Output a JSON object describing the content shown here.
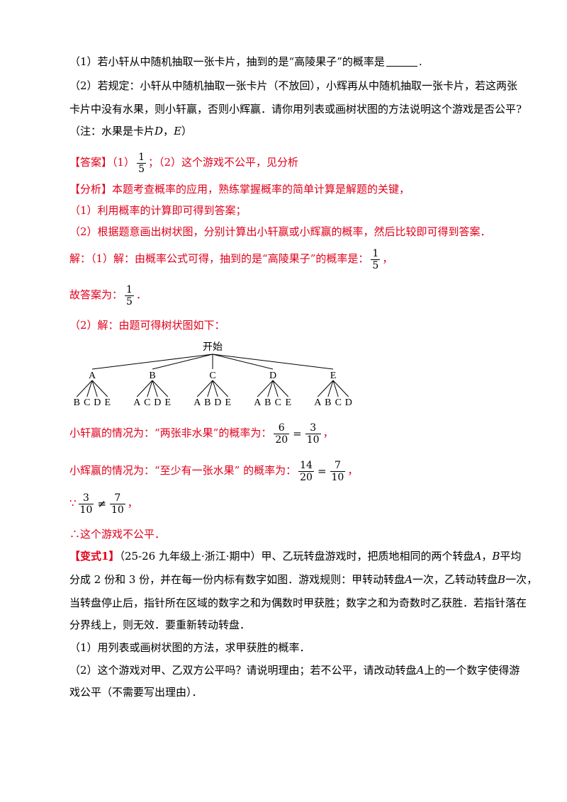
{
  "problem": {
    "q1": "（1）若小轩从中随机抽取一张卡片，抽到的是“高陵果子”的概率是",
    "q1_end": ".",
    "q2_line1": "（2）若规定：小轩从中随机抽取一张卡片（不放回），小辉再从中随机抽取一张卡片，若这两张",
    "q2_line2": "卡片中没有水果，则小轩赢，否则小辉赢．请你用列表或画树状图的方法说明这个游戏是否公平?",
    "note_prefix": "（注：水果是卡片",
    "note_d": "D",
    "note_sep": "，",
    "note_e": "E",
    "note_suffix": "）"
  },
  "answer": {
    "label": "【答案】",
    "p1": "（1）",
    "frac": {
      "num": "1",
      "den": "5"
    },
    "rest": "；（2）这个游戏不公平，见分析"
  },
  "analysis": {
    "line1": "【分析】本题考查概率的应用，熟练掌握概率的简单计算是解题的关键，",
    "line2": "（1）利用概率的计算即可得到答案；",
    "line3": "（2）根据题意画出树状图，分别计算出小轩赢或小辉赢的概率，然后比较即可得到答案．"
  },
  "solution": {
    "s1": "解：（1）解：由概率公式可得，抽到的是“高陵果子”的概率是：",
    "s1_frac": {
      "num": "1",
      "den": "5"
    },
    "s1_end": "，",
    "s2": "故答案为：",
    "s2_frac": {
      "num": "1",
      "den": "5"
    },
    "s2_end": "．",
    "s3": "（2）解：由题可得树状图如下：",
    "xuan": "小轩赢的情况为：“两张非水果”的概率为：",
    "xuan_f1": {
      "num": "6",
      "den": "20"
    },
    "xuan_eq": "=",
    "xuan_f2": {
      "num": "3",
      "den": "10"
    },
    "xuan_end": "，",
    "hui": "小辉赢的情况为：“至少有一张水果” 的概率为：",
    "hui_f1": {
      "num": "14",
      "den": "20"
    },
    "hui_eq": "=",
    "hui_f2": {
      "num": "7",
      "den": "10"
    },
    "hui_end": "，",
    "because": "∵",
    "cmp_f1": {
      "num": "3",
      "den": "10"
    },
    "neq": "≠",
    "cmp_f2": {
      "num": "7",
      "den": "10"
    },
    "cmp_end": "，",
    "conclusion": "∴这个游戏不公平．"
  },
  "tree": {
    "root": "开始",
    "nodes": [
      {
        "label": "A",
        "children": [
          "B",
          "C",
          "D",
          "E"
        ]
      },
      {
        "label": "B",
        "children": [
          "A",
          "C",
          "D",
          "E"
        ]
      },
      {
        "label": "C",
        "children": [
          "A",
          "B",
          "D",
          "E"
        ]
      },
      {
        "label": "D",
        "children": [
          "A",
          "B",
          "C",
          "E"
        ]
      },
      {
        "label": "E",
        "children": [
          "A",
          "B",
          "C",
          "D"
        ]
      }
    ]
  },
  "variant": {
    "label": "【变式1】",
    "line1_a": "（25-26 九年级上·浙江·期中）甲、乙玩转盘游戏时，把质地相同的两个转盘",
    "line1_A": "A",
    "line1_sep": "，",
    "line1_B": "B",
    "line1_b": "平均",
    "line2_a": "分成 2 份和 3 份，并在每一份内标有数字如图．游戏规则：甲转动转盘",
    "line2_A": "A",
    "line2_b": "一次，乙转动转盘",
    "line2_B": "B",
    "line2_c": "一次，",
    "line3": "当转盘停止后，指针所在区域的数字之和为偶数时甲获胜；数字之和为奇数时乙获胜．若指针落在",
    "line4": "分界线上，则无效．要重新转动转盘．",
    "q1": "（1）用列表或画树状图的方法，求甲获胜的概率．",
    "q2_a": "（2）这个游戏对甲、乙双方公平吗？请说明理由；若不公平，请改动转盘",
    "q2_A": "A",
    "q2_b": "上的一个数字使得游",
    "q2_line2": "戏公平（不需要写出理由）．"
  }
}
